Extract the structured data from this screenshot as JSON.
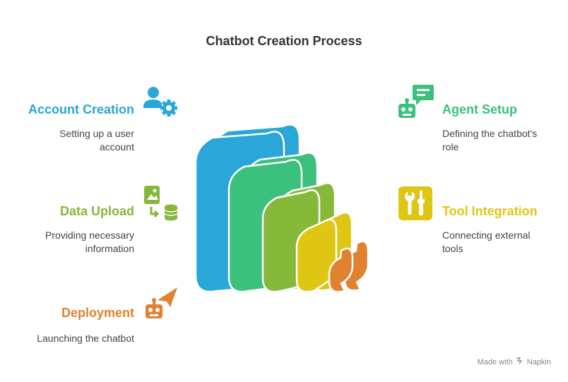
{
  "title": "Chatbot Creation Process",
  "colors": {
    "account": "#2aa6d9",
    "agent": "#3cc07e",
    "data": "#86b83a",
    "tool": "#dfc614",
    "deploy": "#e0822f"
  },
  "steps": {
    "account": {
      "title": "Account Creation",
      "desc_line1": "Setting up a user",
      "desc_line2": "account",
      "icon": "user-gear-icon"
    },
    "agent": {
      "title": "Agent Setup",
      "desc_line1": "Defining the chatbot's",
      "desc_line2": "role",
      "icon": "robot-chat-icon"
    },
    "data": {
      "title": "Data Upload",
      "desc_line1": "Providing necessary",
      "desc_line2": "information",
      "icon": "file-database-icon"
    },
    "tool": {
      "title": "Tool Integration",
      "desc_line1": "Connecting external",
      "desc_line2": "tools",
      "icon": "tools-icon"
    },
    "deploy": {
      "title": "Deployment",
      "desc_line1": "Launching the chatbot",
      "icon": "robot-send-icon"
    }
  },
  "footer": {
    "made_with": "Made with",
    "brand": "Napkin"
  }
}
